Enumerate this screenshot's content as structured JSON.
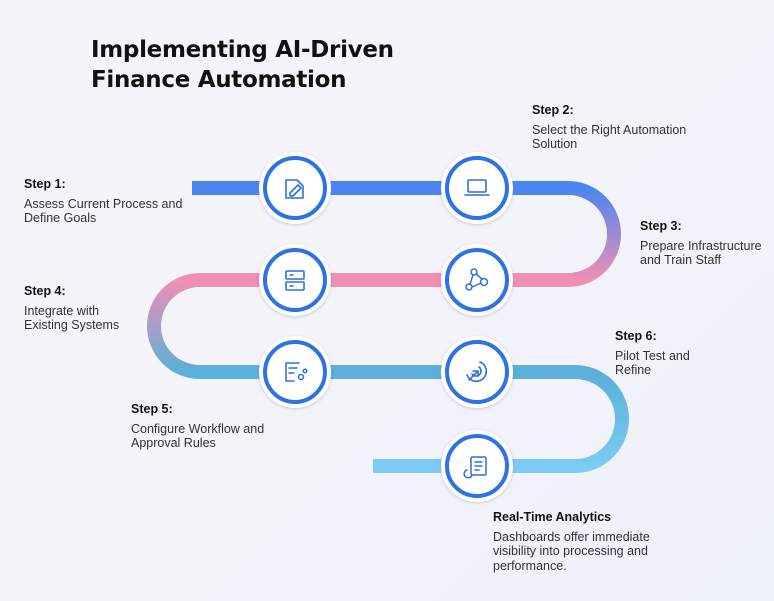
{
  "title": "Implementing AI-Driven Finance Automation",
  "steps": [
    {
      "heading": "Step 1:",
      "text": "Assess Current Process and Define Goals",
      "icon": "document-edit-icon"
    },
    {
      "heading": "Step 2:",
      "text": "Select the Right Automation Solution",
      "icon": "laptop-icon"
    },
    {
      "heading": "Step 3:",
      "text": "Prepare Infrastructure and Train Staff",
      "icon": "network-gears-icon"
    },
    {
      "heading": "Step 4:",
      "text": "Integrate with Existing Systems",
      "icon": "server-stack-icon"
    },
    {
      "heading": "Step 5:",
      "text": "Configure Workflow and Approval Rules",
      "icon": "workflow-form-icon"
    },
    {
      "heading": "Step 6:",
      "text": "Pilot Test and Refine",
      "icon": "target-arrow-icon"
    },
    {
      "heading": "Real-Time Analytics",
      "text": "Dashboards offer immediate visibility into processing and performance.",
      "icon": "analytics-report-icon"
    }
  ],
  "colors": {
    "row1": "#4a85f0",
    "row2": "#ef8fb4",
    "row3": "#5ab0d8",
    "row4": "#7ccbf2",
    "icon": "#2e6fe0",
    "ring": "#2f72e6"
  }
}
